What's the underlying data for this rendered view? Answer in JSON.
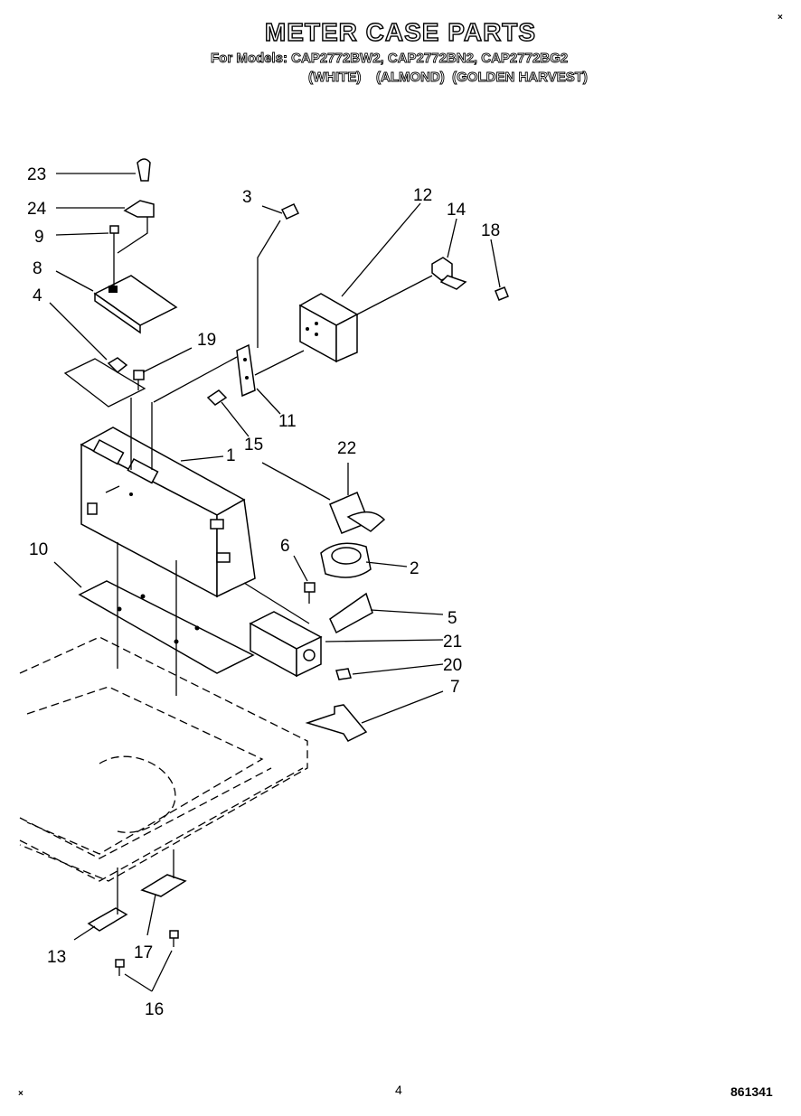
{
  "header": {
    "title": "METER CASE PARTS",
    "models_line": "For Models: CAP2772BW2, CAP2772BN2, CAP2772BG2",
    "colors_line": "(WHITE)    (ALMOND)  (GOLDEN HARVEST)"
  },
  "corner_marks": {
    "top_right": "×",
    "bottom_left": "×"
  },
  "footer": {
    "page_number": "4",
    "doc_code": "861341"
  },
  "callouts": [
    "1",
    "2",
    "3",
    "4",
    "5",
    "6",
    "7",
    "8",
    "9",
    "10",
    "11",
    "12",
    "13",
    "14",
    "15",
    "16",
    "17",
    "18",
    "19",
    "20",
    "21",
    "22",
    "23",
    "24"
  ]
}
